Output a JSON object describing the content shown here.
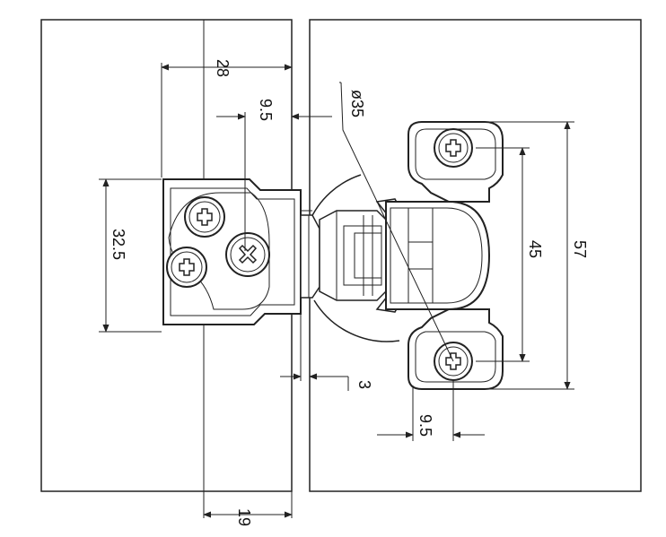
{
  "dimensions": {
    "overlay_width": "28",
    "edge_to_cup_center": "9.5",
    "cup_diameter": "ø35",
    "arm_plate_height": "32.5",
    "plate_mount_spacing": "45",
    "plate_length": "57",
    "door_edge_gap": "3",
    "plate_screw_offset": "9.5",
    "frame_thickness": "19"
  }
}
